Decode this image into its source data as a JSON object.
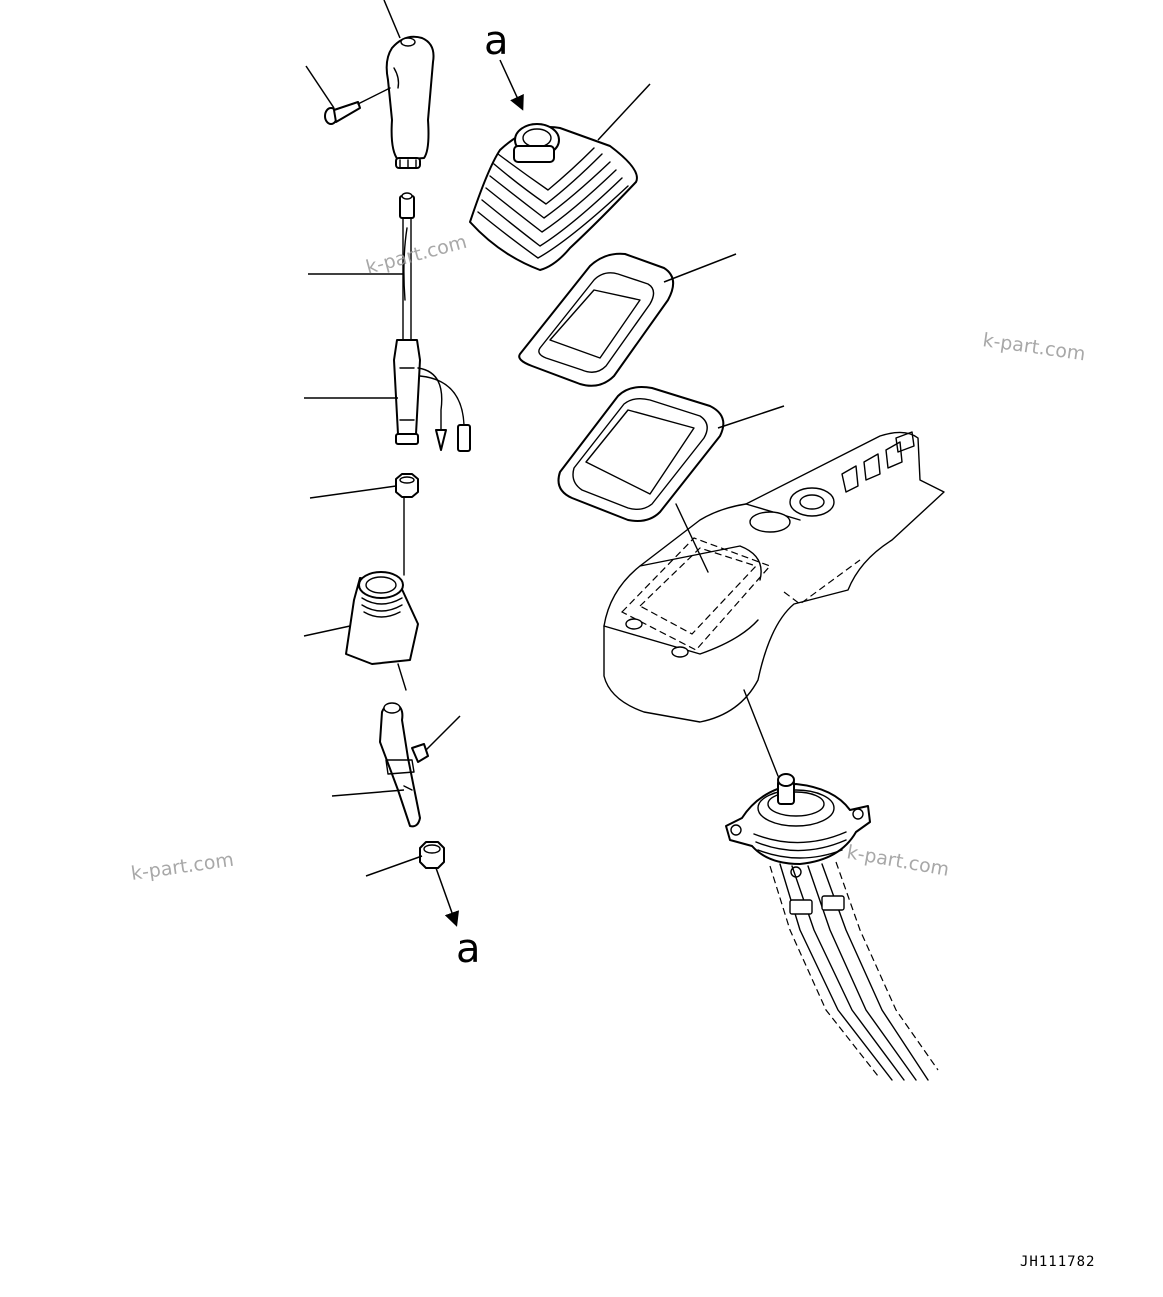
{
  "reference_labels": {
    "top": "a",
    "bottom": "a"
  },
  "watermarks": {
    "upper_left": "k-part.com",
    "upper_right": "k-part.com",
    "lower_left": "k-part.com",
    "lower_right": "k-part.com"
  },
  "drawing_code": "JH111782",
  "colors": {
    "line": "#000000",
    "background": "#ffffff",
    "watermark": "#9a9a9a"
  }
}
